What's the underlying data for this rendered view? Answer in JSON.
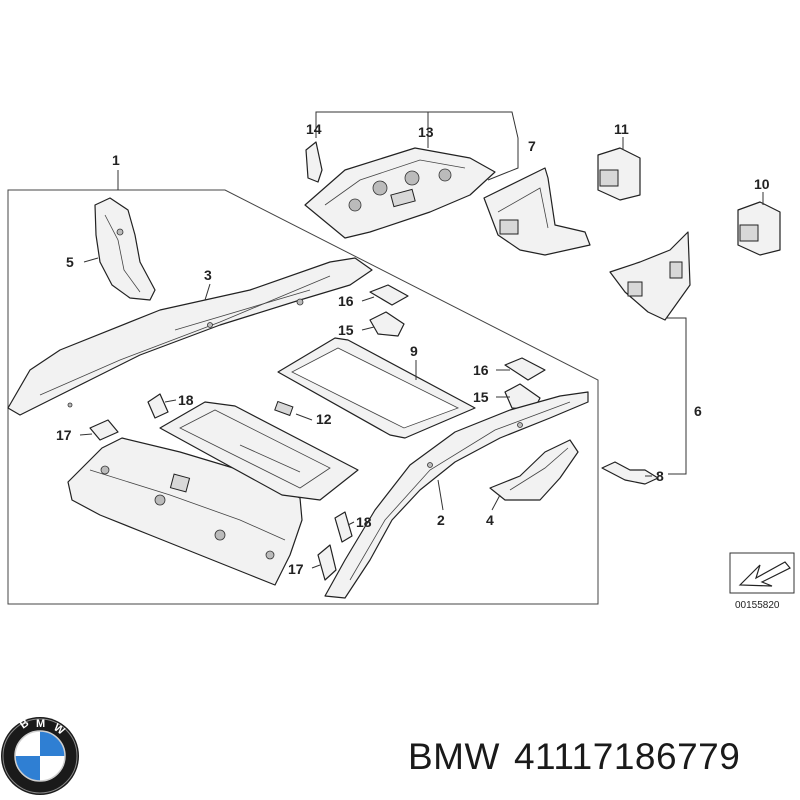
{
  "diagram": {
    "callouts": [
      "1",
      "2",
      "3",
      "4",
      "5",
      "6",
      "7",
      "8",
      "9",
      "10",
      "11",
      "12",
      "13",
      "14",
      "15",
      "16",
      "15",
      "16",
      "17",
      "17",
      "18",
      "18"
    ],
    "reference_code": "00155820"
  },
  "brand": {
    "logo": "bmw-roundel-logo",
    "logo_letters": "BMW",
    "name": "BMW",
    "part_number": "41117186779"
  },
  "colors": {
    "line": "#222222",
    "part_fill": "#f2f2f2",
    "logo_blue": "#2f7fd3",
    "logo_ring": "#1a1a1a"
  }
}
